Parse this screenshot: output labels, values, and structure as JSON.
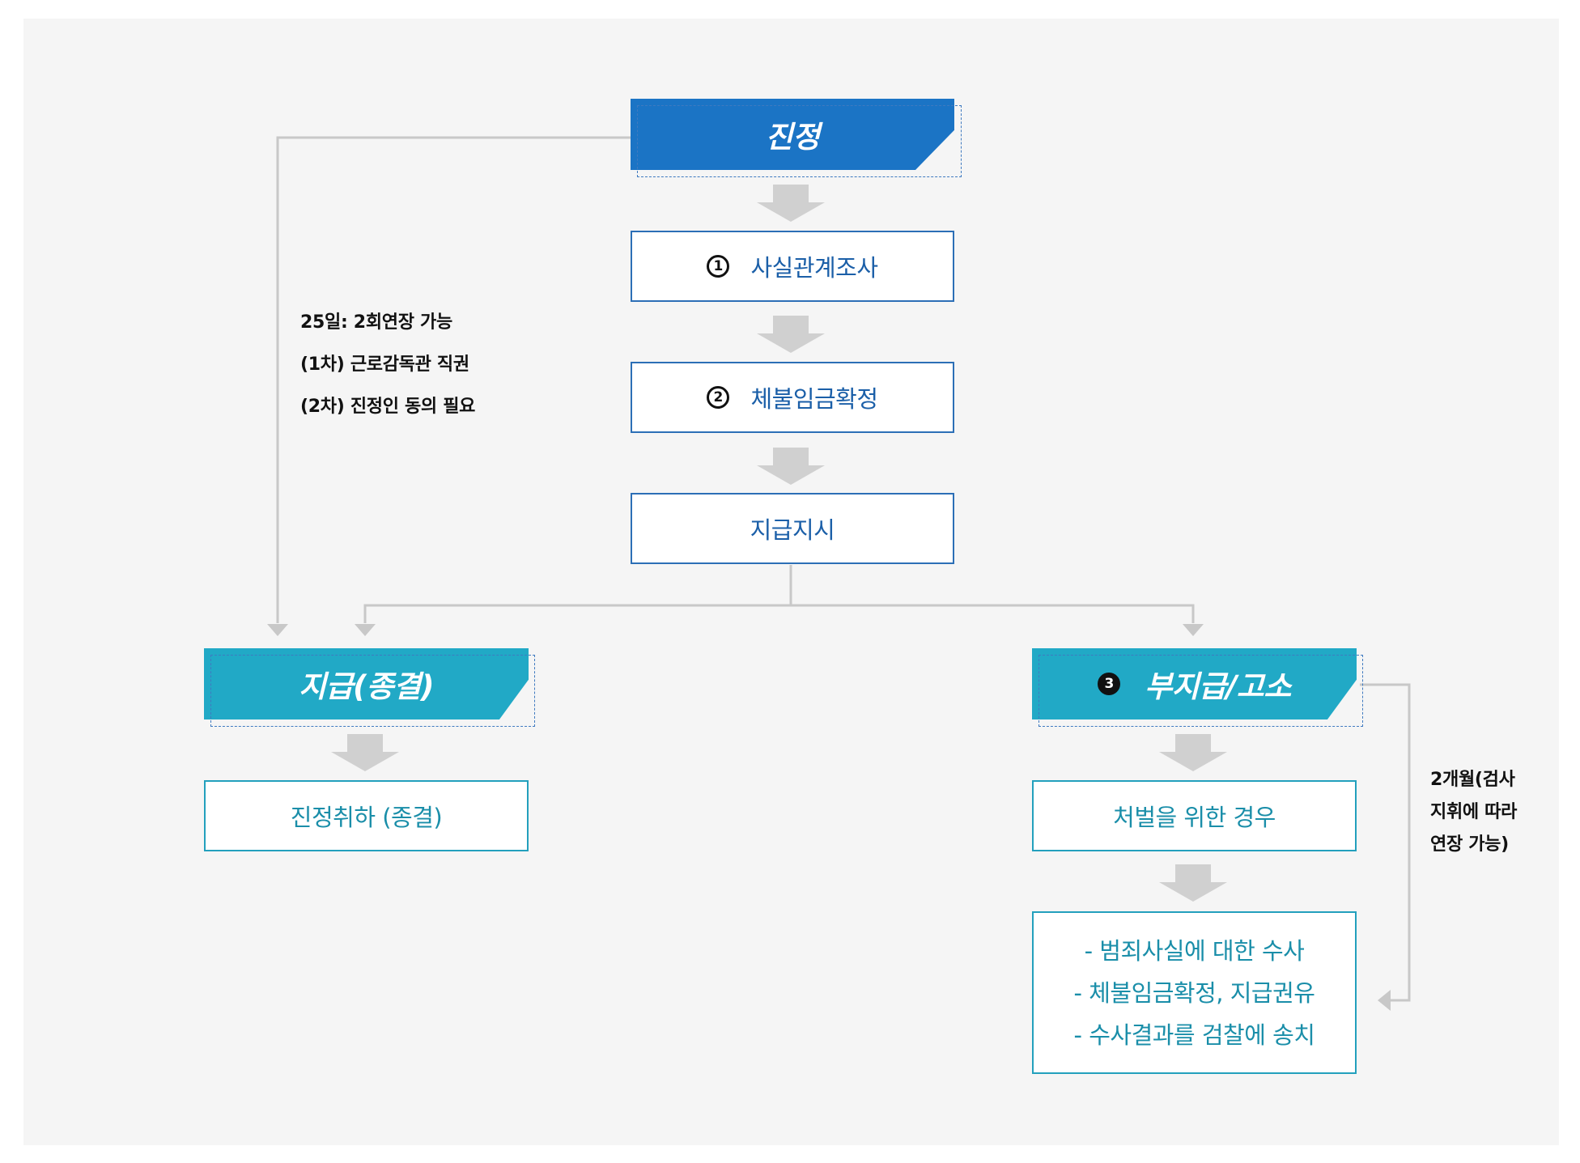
{
  "header_top": {
    "title": "진정"
  },
  "steps": [
    {
      "number": "1",
      "label": "사실관계조사"
    },
    {
      "number": "2",
      "label": "체불임금확정"
    },
    {
      "label": "지급지시"
    }
  ],
  "left_branch": {
    "title": "지급(종결)",
    "result": "진정취하 (종결)"
  },
  "right_branch": {
    "number": "3",
    "title": "부지급/고소",
    "step": "처벌을 위한 경우",
    "bullets": [
      "- 범죄사실에 대한 수사",
      "- 체불임금확정, 지급권유",
      "- 수사결과를 검찰에 송치"
    ]
  },
  "notes": {
    "left": [
      "25일: 2회연장 가능",
      "(1차) 근로감독관 직권",
      "(2차) 진정인 동의 필요"
    ],
    "right": [
      "2개월(검사",
      "지휘에 따라",
      "연장 가능)"
    ]
  },
  "colors": {
    "blue": "#1b74c5",
    "teal": "#21a9c6",
    "arrow": "#d0d0d0",
    "line": "#c8c8c8"
  }
}
